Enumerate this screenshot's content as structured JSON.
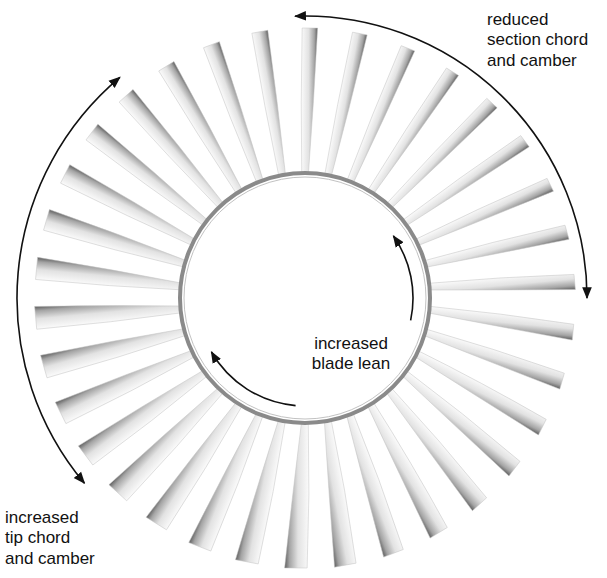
{
  "diagram": {
    "labels": [
      "reduced section chord and camber",
      "increased blade lean",
      "increased tip chord and camber"
    ]
  }
}
